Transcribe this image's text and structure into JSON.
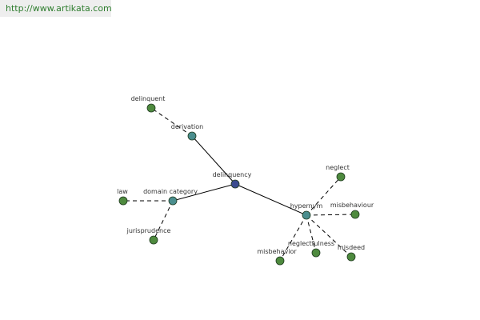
{
  "source_url": "http://www.artikata.com",
  "colors": {
    "center": "#3b4b8f",
    "relation": "#4a8e8e",
    "term": "#4e8a3e",
    "edge": "#000000",
    "banner_text": "#2e7d2e",
    "banner_bg": "#eeeeee"
  },
  "nodes": [
    {
      "id": "delinquency",
      "label": "delinquency",
      "kind": "center"
    },
    {
      "id": "derivation",
      "label": "derivation",
      "kind": "relation"
    },
    {
      "id": "domain_category",
      "label": "domain category",
      "kind": "relation"
    },
    {
      "id": "hypernym",
      "label": "hypernym",
      "kind": "relation"
    },
    {
      "id": "delinquent",
      "label": "delinquent",
      "kind": "term"
    },
    {
      "id": "law",
      "label": "law",
      "kind": "term"
    },
    {
      "id": "jurisprudence",
      "label": "jurisprudence",
      "kind": "term"
    },
    {
      "id": "neglect",
      "label": "neglect",
      "kind": "term"
    },
    {
      "id": "misbehaviour",
      "label": "misbehaviour",
      "kind": "term"
    },
    {
      "id": "neglectfulness",
      "label": "neglectfulness",
      "kind": "term"
    },
    {
      "id": "misdeed",
      "label": "misdeed",
      "kind": "term"
    },
    {
      "id": "misbehavior",
      "label": "misbehavior",
      "kind": "term"
    }
  ],
  "edges": [
    {
      "from": "delinquency",
      "to": "derivation",
      "style": "solid"
    },
    {
      "from": "delinquency",
      "to": "domain_category",
      "style": "solid"
    },
    {
      "from": "delinquency",
      "to": "hypernym",
      "style": "solid"
    },
    {
      "from": "derivation",
      "to": "delinquent",
      "style": "dashed"
    },
    {
      "from": "domain_category",
      "to": "law",
      "style": "dashed"
    },
    {
      "from": "domain_category",
      "to": "jurisprudence",
      "style": "dashed"
    },
    {
      "from": "hypernym",
      "to": "neglect",
      "style": "dashed"
    },
    {
      "from": "hypernym",
      "to": "misbehaviour",
      "style": "dashed"
    },
    {
      "from": "hypernym",
      "to": "neglectfulness",
      "style": "dashed"
    },
    {
      "from": "hypernym",
      "to": "misdeed",
      "style": "dashed"
    },
    {
      "from": "hypernym",
      "to": "misbehavior",
      "style": "dashed"
    }
  ]
}
